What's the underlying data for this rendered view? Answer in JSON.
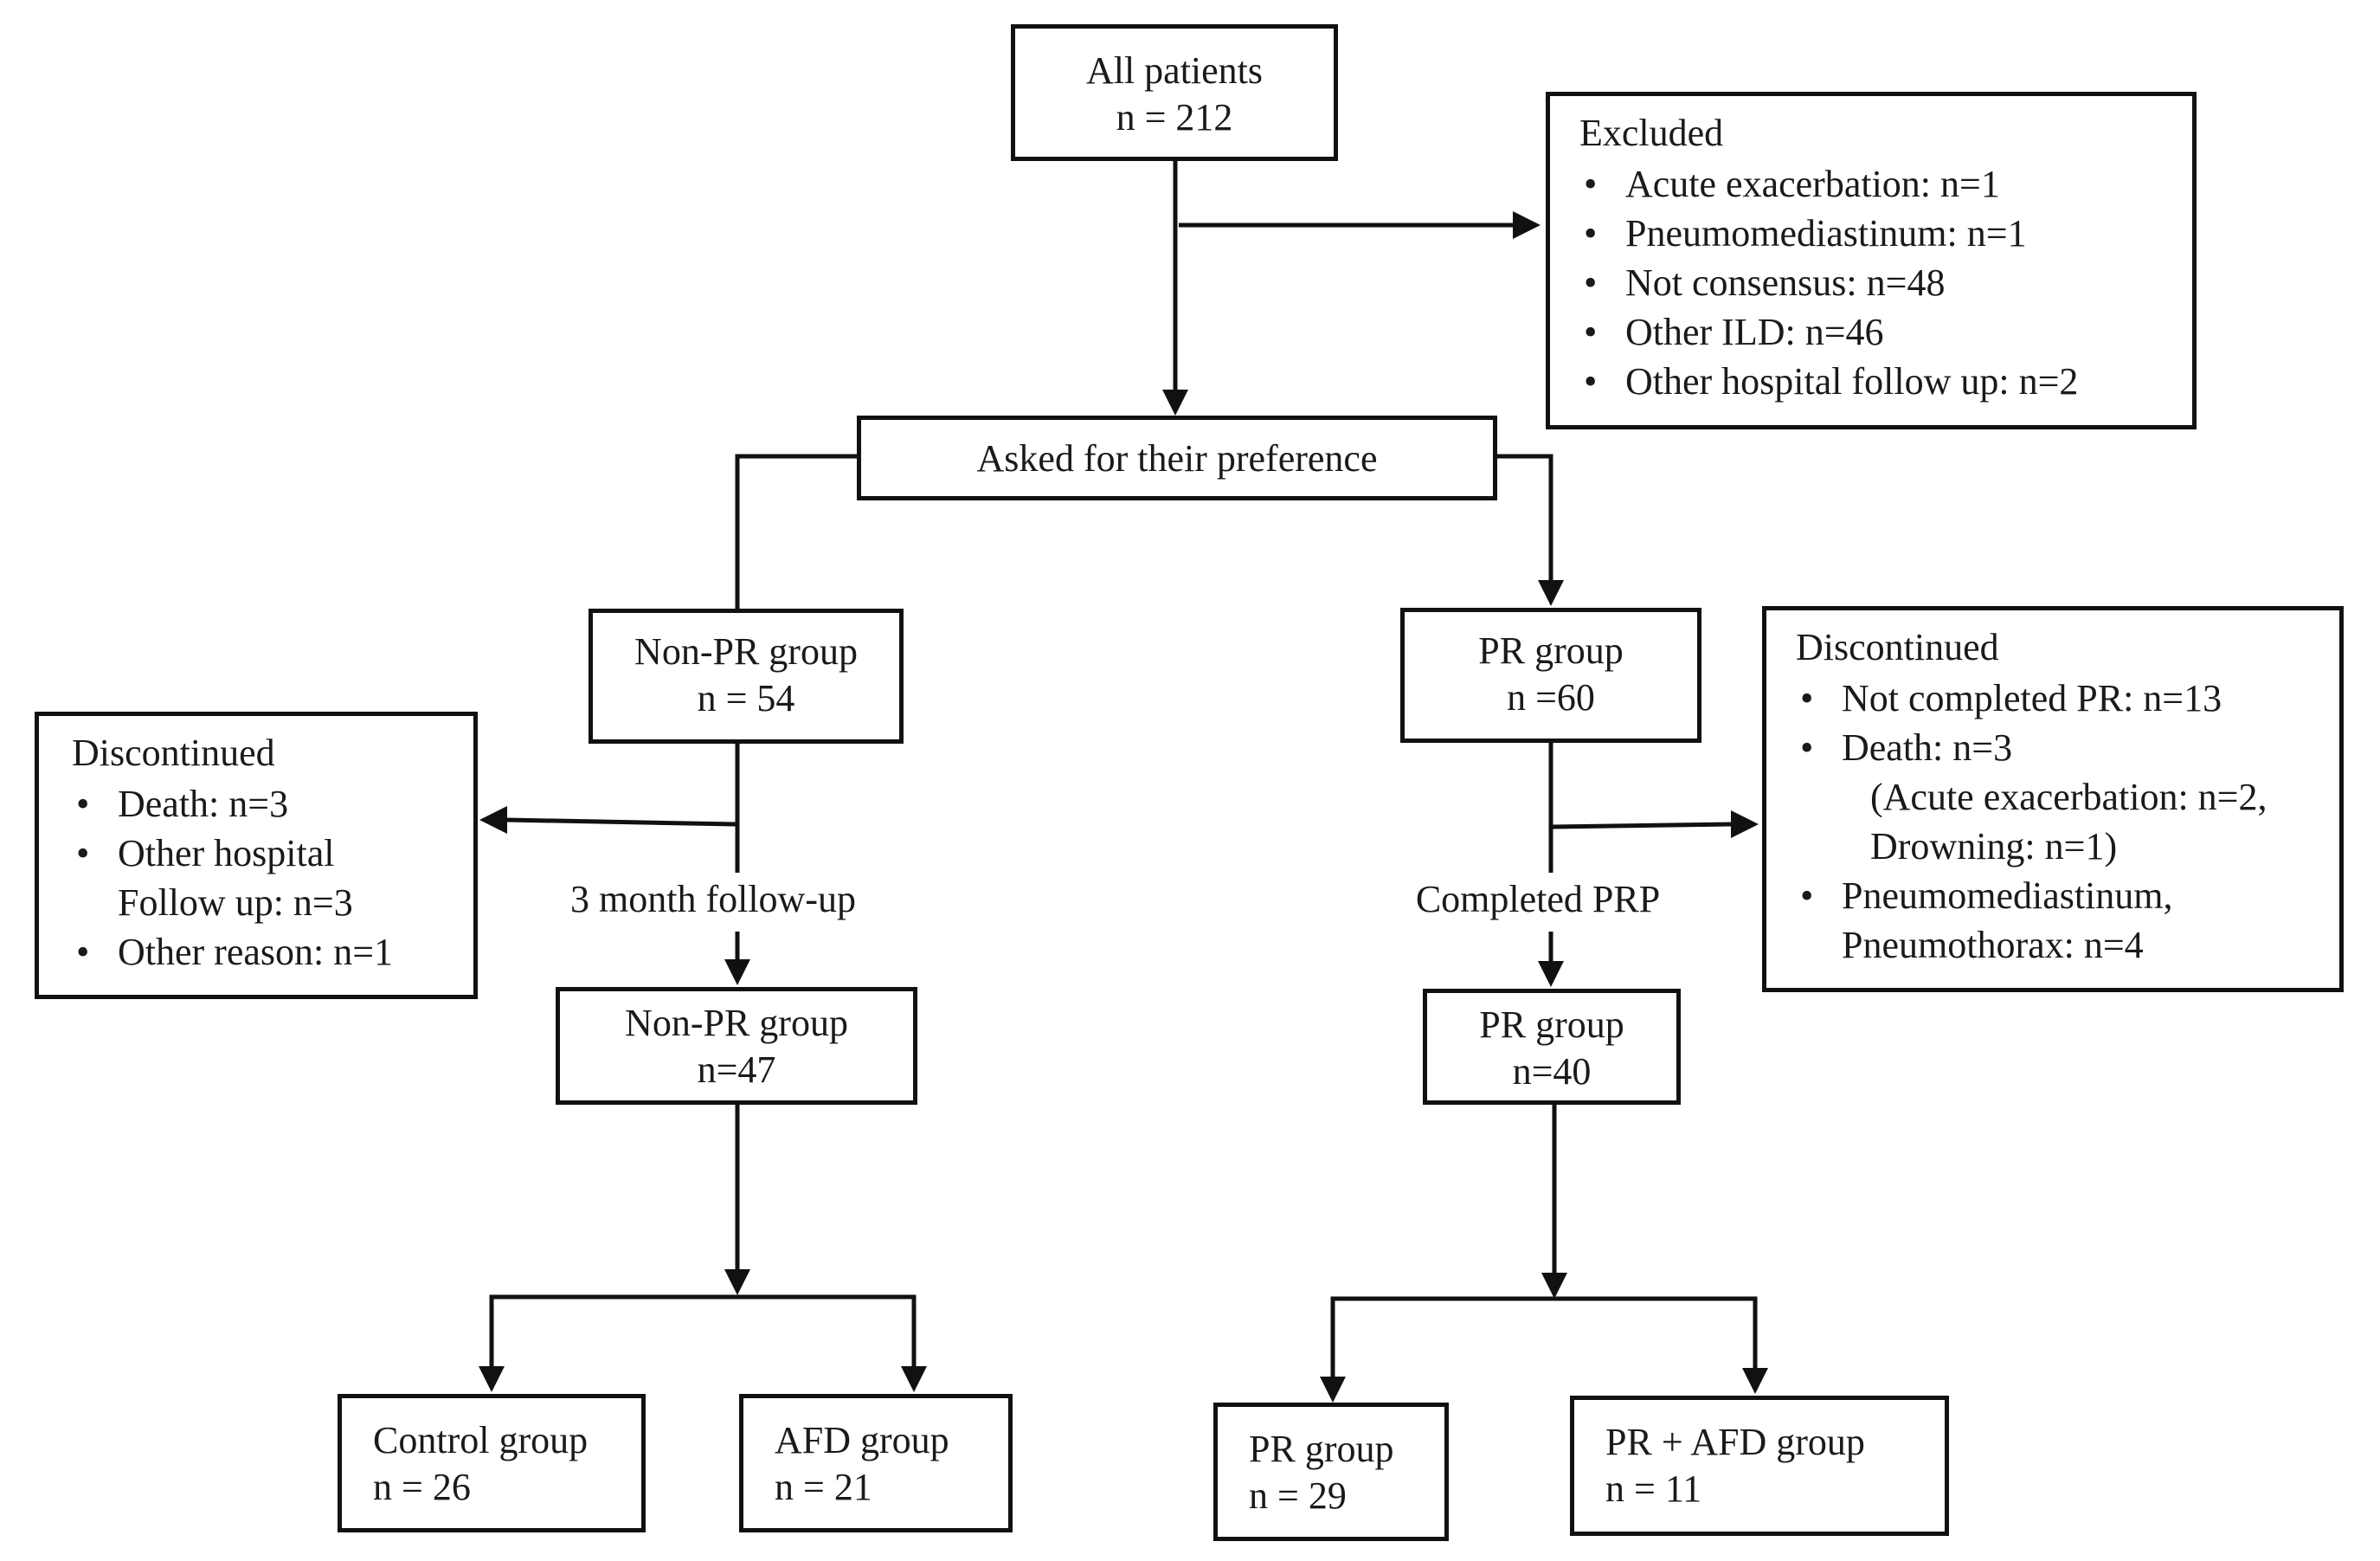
{
  "all_patients": {
    "title": "All  patients",
    "n": "n = 212"
  },
  "excluded": {
    "title": "Excluded",
    "items": [
      "Acute exacerbation:  n=1",
      "Pneumomediastinum:  n=1",
      "Not consensus: n=48",
      "Other ILD:  n=46",
      "Other hospital follow up: n=2"
    ]
  },
  "preference": {
    "title": "Asked for their  preference"
  },
  "non_pr_initial": {
    "title": "Non-PR group",
    "n": "n = 54"
  },
  "pr_initial": {
    "title": "PR group",
    "n": "n =60"
  },
  "discontinued_left": {
    "title": "Discontinued",
    "items": [
      {
        "line1": "Death:  n=3",
        "line2": ""
      },
      {
        "line1": "Other hospital",
        "line2": "Follow up: n=3"
      },
      {
        "line1": "Other reason: n=1",
        "line2": ""
      }
    ]
  },
  "discontinued_right": {
    "title": "Discontinued",
    "item1": "Not completed PR: n=13",
    "item2": "Death:  n=3",
    "item2_sub1": "(Acute exacerbation:  n=2,",
    "item2_sub2": "Drowning:  n=1)",
    "item3_line1": "Pneumomediastinum,",
    "item3_line2": "Pneumothorax:  n=4"
  },
  "followup_label": "3 month follow-up",
  "completed_label": "Completed PRP",
  "non_pr_followup": {
    "title": "Non-PR group",
    "n": "n=47"
  },
  "pr_followup": {
    "title": "PR group",
    "n": "n=40"
  },
  "control_group": {
    "title": "Control group",
    "n": "n = 26"
  },
  "afd_group": {
    "title": "AFD group",
    "n": "n = 21"
  },
  "pr_final": {
    "title": "PR group",
    "n": "n = 29"
  },
  "pr_afd_group": {
    "title": "PR + AFD group",
    "n": "n = 11"
  }
}
